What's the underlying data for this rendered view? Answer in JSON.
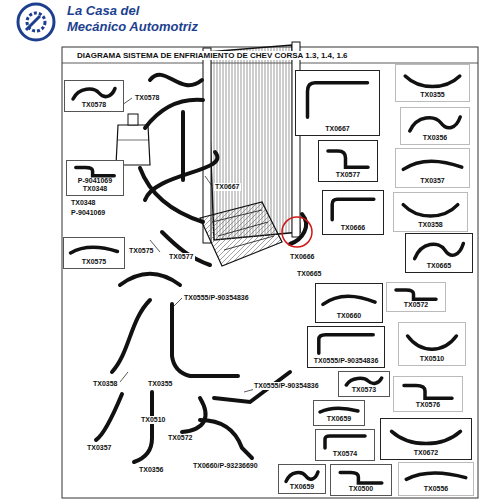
{
  "diagram": {
    "title": "DIAGRAMA SISTEMA DE ENFRIAMIENTO DE CHEV CORSA 1.3, 1.4, 1.6",
    "nodes": [
      {
        "text": [
          "TX0578"
        ]
      },
      {
        "text": [
          "P-9041069",
          "TX0348"
        ]
      },
      {
        "text": [
          "TX0575"
        ]
      },
      {
        "text": [
          "TX0667"
        ]
      },
      {
        "text": [
          "TX0355"
        ]
      },
      {
        "text": [
          "TX0356"
        ]
      },
      {
        "text": [
          "TX0577"
        ]
      },
      {
        "text": [
          "TX0357"
        ]
      },
      {
        "text": [
          "TX0666"
        ]
      },
      {
        "text": [
          "TX0358"
        ]
      },
      {
        "text": [
          "TX0665"
        ]
      },
      {
        "text": [
          "TX0572"
        ]
      },
      {
        "text": [
          "TX0660"
        ]
      },
      {
        "text": [
          "TX0555/P-90354836"
        ]
      },
      {
        "text": [
          "TX0510"
        ]
      },
      {
        "text": [
          "TX0573"
        ]
      },
      {
        "text": [
          "TX0576"
        ]
      },
      {
        "text": [
          "TX0659"
        ]
      },
      {
        "text": [
          "TX0574"
        ]
      },
      {
        "text": [
          "TX0672"
        ]
      },
      {
        "text": [
          "TX0659"
        ]
      },
      {
        "text": [
          "TX0500"
        ]
      },
      {
        "text": [
          "TX0556"
        ]
      }
    ],
    "labels": [
      "La Casa del",
      "Mecánico Automotriz",
      "TX0578",
      "TX0348",
      "P-9041069",
      "TX0667",
      "TX0575",
      "TX0577",
      "TX0666",
      "TX0665",
      "TX0555/P-90354836",
      "TX0358",
      "TX0355",
      "TX0510",
      "TX0357",
      "TX0572",
      "TX0356",
      "TX0660/P-93236690",
      "TX0555/P-90354836"
    ]
  }
}
